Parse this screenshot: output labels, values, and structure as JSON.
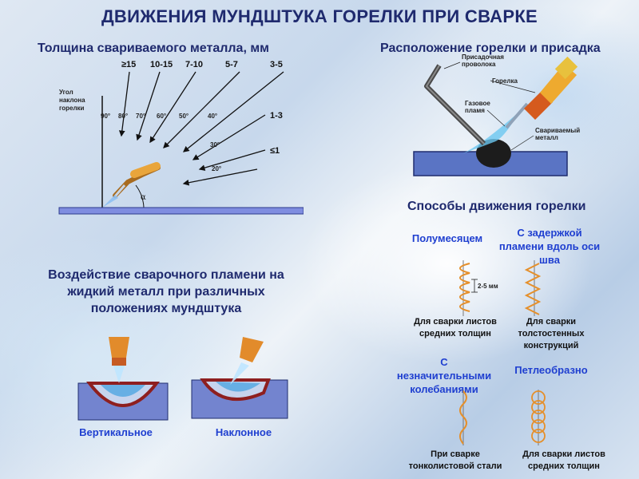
{
  "title": "ДВИЖЕНИЯ МУНДШТУКА ГОРЕЛКИ ПРИ СВАРКЕ",
  "thickness": {
    "heading": "Толщина свариваемого металла, мм",
    "top_labels": [
      "≥15",
      "10-15",
      "7-10",
      "5-7",
      "3-5"
    ],
    "side_labels": [
      "1-3",
      "≤1"
    ],
    "angle_caption": "Угол наклона горелки",
    "angles": [
      "90°",
      "80°",
      "70°",
      "60°",
      "50°",
      "40°",
      "30°",
      "20°"
    ],
    "alpha": "α"
  },
  "position": {
    "heading": "Расположение горелки и присадка",
    "labels": {
      "wire": "Присадочная проволока",
      "torch": "Горелка",
      "flame": "Газовое пламя",
      "metal": "Свариваемый металл"
    }
  },
  "effect": {
    "heading": "Воздействие сварочного пламени на жидкий металл при различных положениях мундштука",
    "captions": [
      "Вертикальное",
      "Наклонное"
    ]
  },
  "methods": {
    "heading": "Способы движения горелки",
    "items": [
      {
        "title": "Полумесяцем",
        "dimension": "2-5 мм",
        "caption": "Для сварки листов средних толщин"
      },
      {
        "title": "С задержкой пламени вдоль оси шва",
        "caption": "Для сварки толстостенных конструкций"
      },
      {
        "title": "С незначительными колебаниями",
        "caption": "При сварке тонколистовой стали"
      },
      {
        "title": "Петлеобразно",
        "caption": "Для сварки листов средних толщин"
      }
    ]
  }
}
